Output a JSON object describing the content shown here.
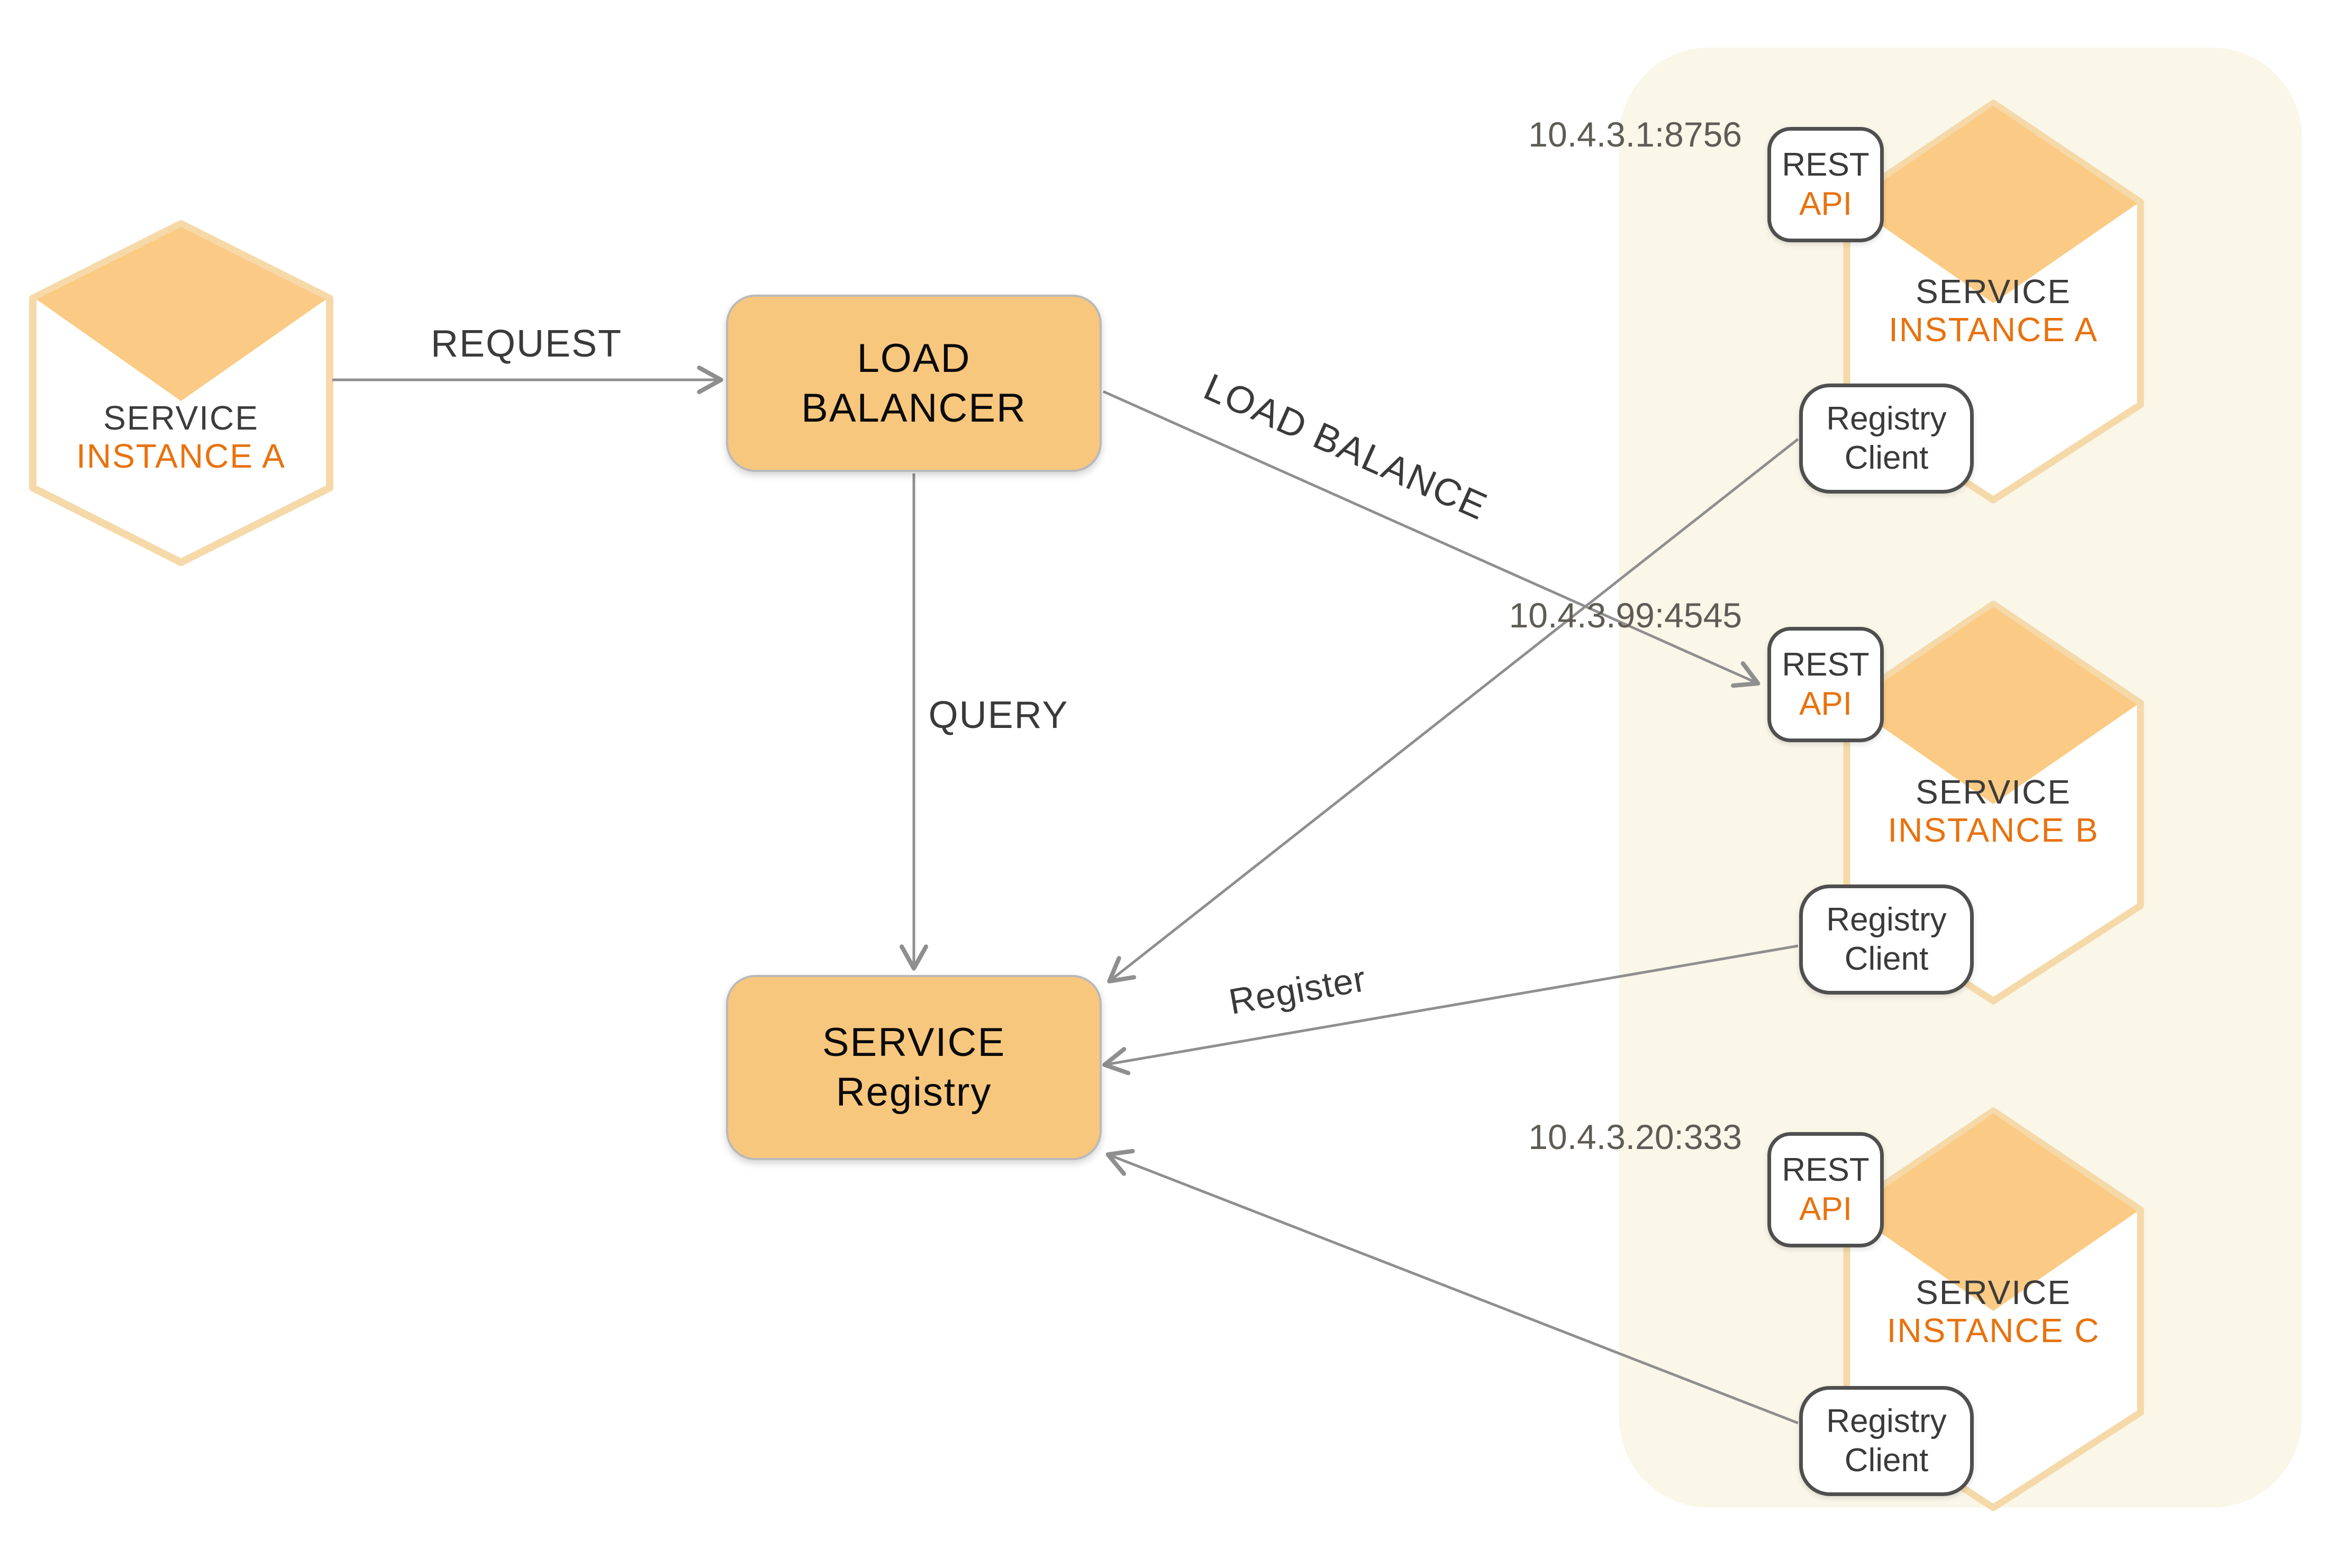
{
  "diagram_title": "Client-side service discovery with load balancer and service registry",
  "colors": {
    "background": "#FFFFFF",
    "panel_background": "#FAF6E8",
    "node_orange_fill": "#F8C77E",
    "hexagon_roof_fill": "#FBCA84",
    "hexagon_border": "#F5D9A9",
    "orange_text": "#E8720E",
    "dark_text": "#3A3A3A",
    "line_gray": "#8F8F8F",
    "white_box_border": "#4F4F4F",
    "ip_text": "#5F5B55"
  },
  "consumer": {
    "line1": "SERVICE",
    "line2": "INSTANCE A"
  },
  "load_balancer": {
    "line1": "LOAD",
    "line2": "BALANCER"
  },
  "service_registry": {
    "line1": "SERVICE",
    "line2": "Registry"
  },
  "edges": {
    "request": "REQUEST",
    "query": "QUERY",
    "load_balance": "LOAD BALANCE",
    "register": "Register"
  },
  "instances": [
    {
      "id": "A",
      "ip": "10.4.3.1:8756",
      "rest": {
        "line1": "REST",
        "line2": "API"
      },
      "service": {
        "line1": "SERVICE",
        "line2": "INSTANCE A"
      },
      "client": {
        "line1": "Registry",
        "line2": "Client"
      }
    },
    {
      "id": "B",
      "ip": "10.4.3.99:4545",
      "rest": {
        "line1": "REST",
        "line2": "API"
      },
      "service": {
        "line1": "SERVICE",
        "line2": "INSTANCE B"
      },
      "client": {
        "line1": "Registry",
        "line2": "Client"
      }
    },
    {
      "id": "C",
      "ip": "10.4.3.20:333",
      "rest": {
        "line1": "REST",
        "line2": "API"
      },
      "service": {
        "line1": "SERVICE",
        "line2": "INSTANCE C"
      },
      "client": {
        "line1": "Registry",
        "line2": "Client"
      }
    }
  ]
}
